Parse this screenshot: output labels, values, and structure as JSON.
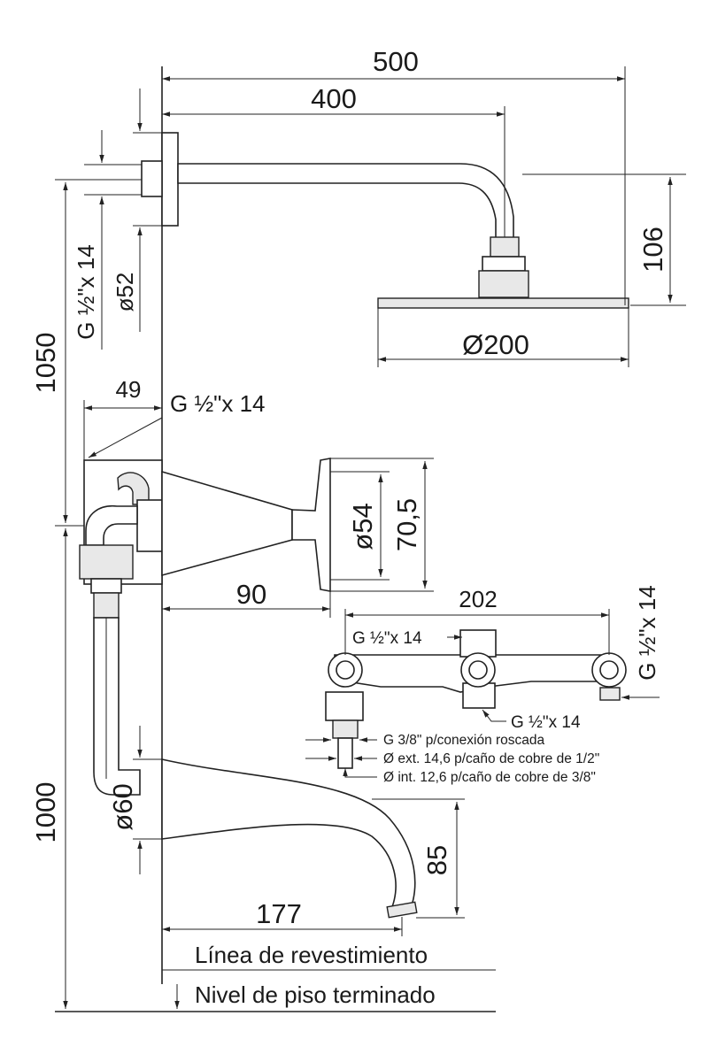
{
  "dimensions": {
    "d500": "500",
    "d400": "400",
    "d106": "106",
    "d200": "Ø200",
    "d1050": "1050",
    "d1000": "1000",
    "d49": "49",
    "d90": "90",
    "d54": "ø54",
    "d70_5": "70,5",
    "d202": "202",
    "d60": "ø60",
    "d85": "85",
    "d177": "177",
    "d52": "ø52"
  },
  "threads": {
    "arm": "G ½\"x 14",
    "mixer_top": "G ½\"x 14",
    "valve_top": "G ½\"x 14",
    "valve_right": "G ½\"x 14",
    "valve_bottom": "G ½\"x 14"
  },
  "notes": {
    "n1": "G 3/8\" p/conexión roscada",
    "n2": "Ø ext. 14,6 p/caño de cobre de 1/2\"",
    "n3": "Ø int. 12,6 p/caño de cobre de 3/8\""
  },
  "levels": {
    "coating_line": "Línea de revestimiento",
    "floor_level": "Nivel de piso terminado"
  }
}
